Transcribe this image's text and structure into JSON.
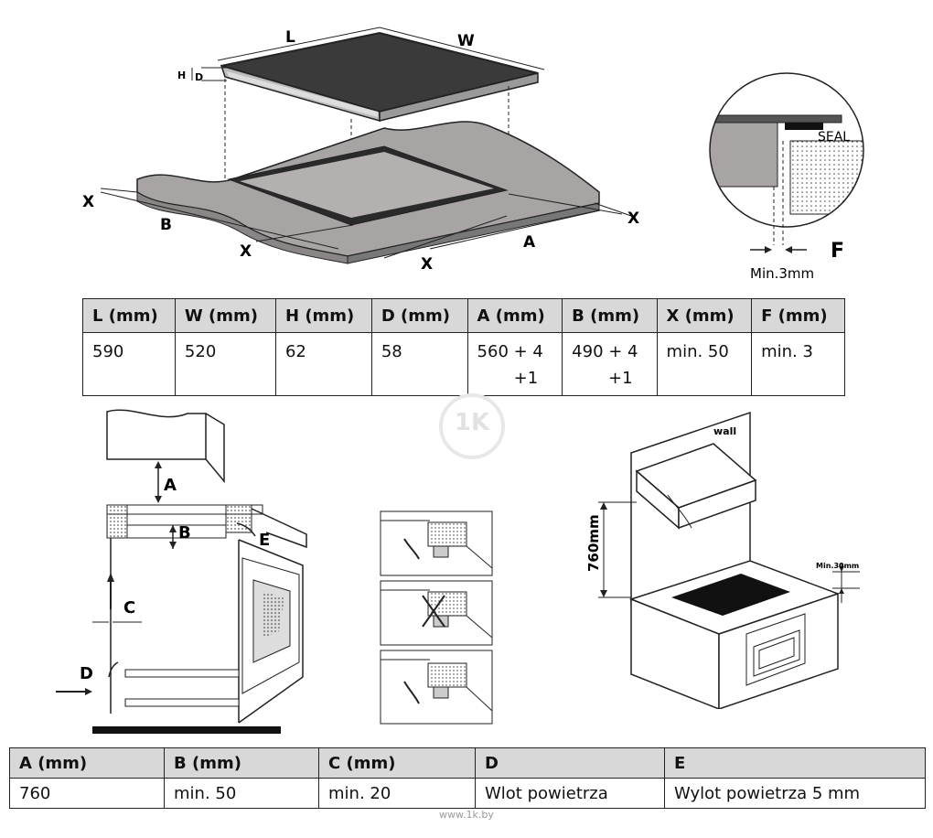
{
  "diagram_top": {
    "labels": {
      "L": "L",
      "W": "W",
      "H": "H",
      "D": "D",
      "X": "X",
      "A": "A",
      "B": "B"
    },
    "seal_label": "SEAL",
    "f_label": "F",
    "min_label": "Min.3mm"
  },
  "table1": {
    "headers": [
      "L (mm)",
      "W (mm)",
      "H (mm)",
      "D (mm)",
      "A (mm)",
      "B (mm)",
      "X (mm)",
      "F (mm)"
    ],
    "values": [
      "590",
      "520",
      "62",
      "58",
      "560 + 4",
      "490 + 4",
      "min. 50",
      "min. 3"
    ],
    "values_line2": {
      "A": "+1",
      "B": "+1"
    }
  },
  "diagram_bottom": {
    "labels": {
      "A": "A",
      "B": "B",
      "C": "C",
      "D": "D",
      "E": "E"
    },
    "wall_label": "wall",
    "height_label": "760mm",
    "min30_label": "Min.30mm"
  },
  "table2": {
    "headers": [
      "A (mm)",
      "B (mm)",
      "C (mm)",
      "D",
      "E"
    ],
    "values": [
      "760",
      "min. 50",
      "min. 20",
      "Wlot powietrza",
      "Wylot powietrza 5 mm"
    ]
  },
  "watermark": "www.1k.by",
  "logo_text": "1K"
}
